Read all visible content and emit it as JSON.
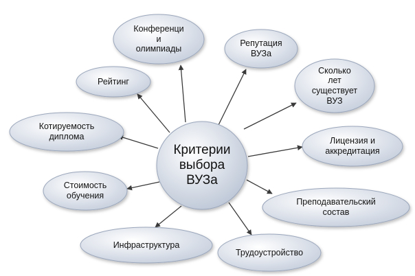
{
  "center": {
    "lines": [
      "Критерии",
      "выбора",
      "ВУЗа"
    ]
  },
  "nodes": [
    {
      "id": "konferencii",
      "lines": [
        "Конференци",
        "и",
        "олимпиады"
      ]
    },
    {
      "id": "reputaciya",
      "lines": [
        "Репутация",
        "ВУЗа"
      ]
    },
    {
      "id": "skolko-let",
      "lines": [
        "Сколько",
        "лет",
        "существует",
        "ВУЗ"
      ]
    },
    {
      "id": "licenziya",
      "lines": [
        "Лицензия и",
        "аккредитация"
      ]
    },
    {
      "id": "prepodavatelskiy",
      "lines": [
        "Преподавательский",
        "состав"
      ]
    },
    {
      "id": "trudoustroystvo",
      "lines": [
        "Трудоустройство"
      ]
    },
    {
      "id": "infrastruktura",
      "lines": [
        "Инфраструктура"
      ]
    },
    {
      "id": "stoimost",
      "lines": [
        "Стоимость",
        "обучения"
      ]
    },
    {
      "id": "kotiruemost",
      "lines": [
        "Котируемость",
        "диплома"
      ]
    },
    {
      "id": "reyting",
      "lines": [
        "Рейтинг"
      ]
    }
  ],
  "colors": {
    "center_fill_inner": "#ffffff",
    "center_fill_outer": "#bcc6d6",
    "node_fill_inner": "#ffffff",
    "node_fill_outer": "#c3ccdb",
    "stroke": "#9aa6bb",
    "arrow": "#3a3a3a"
  }
}
